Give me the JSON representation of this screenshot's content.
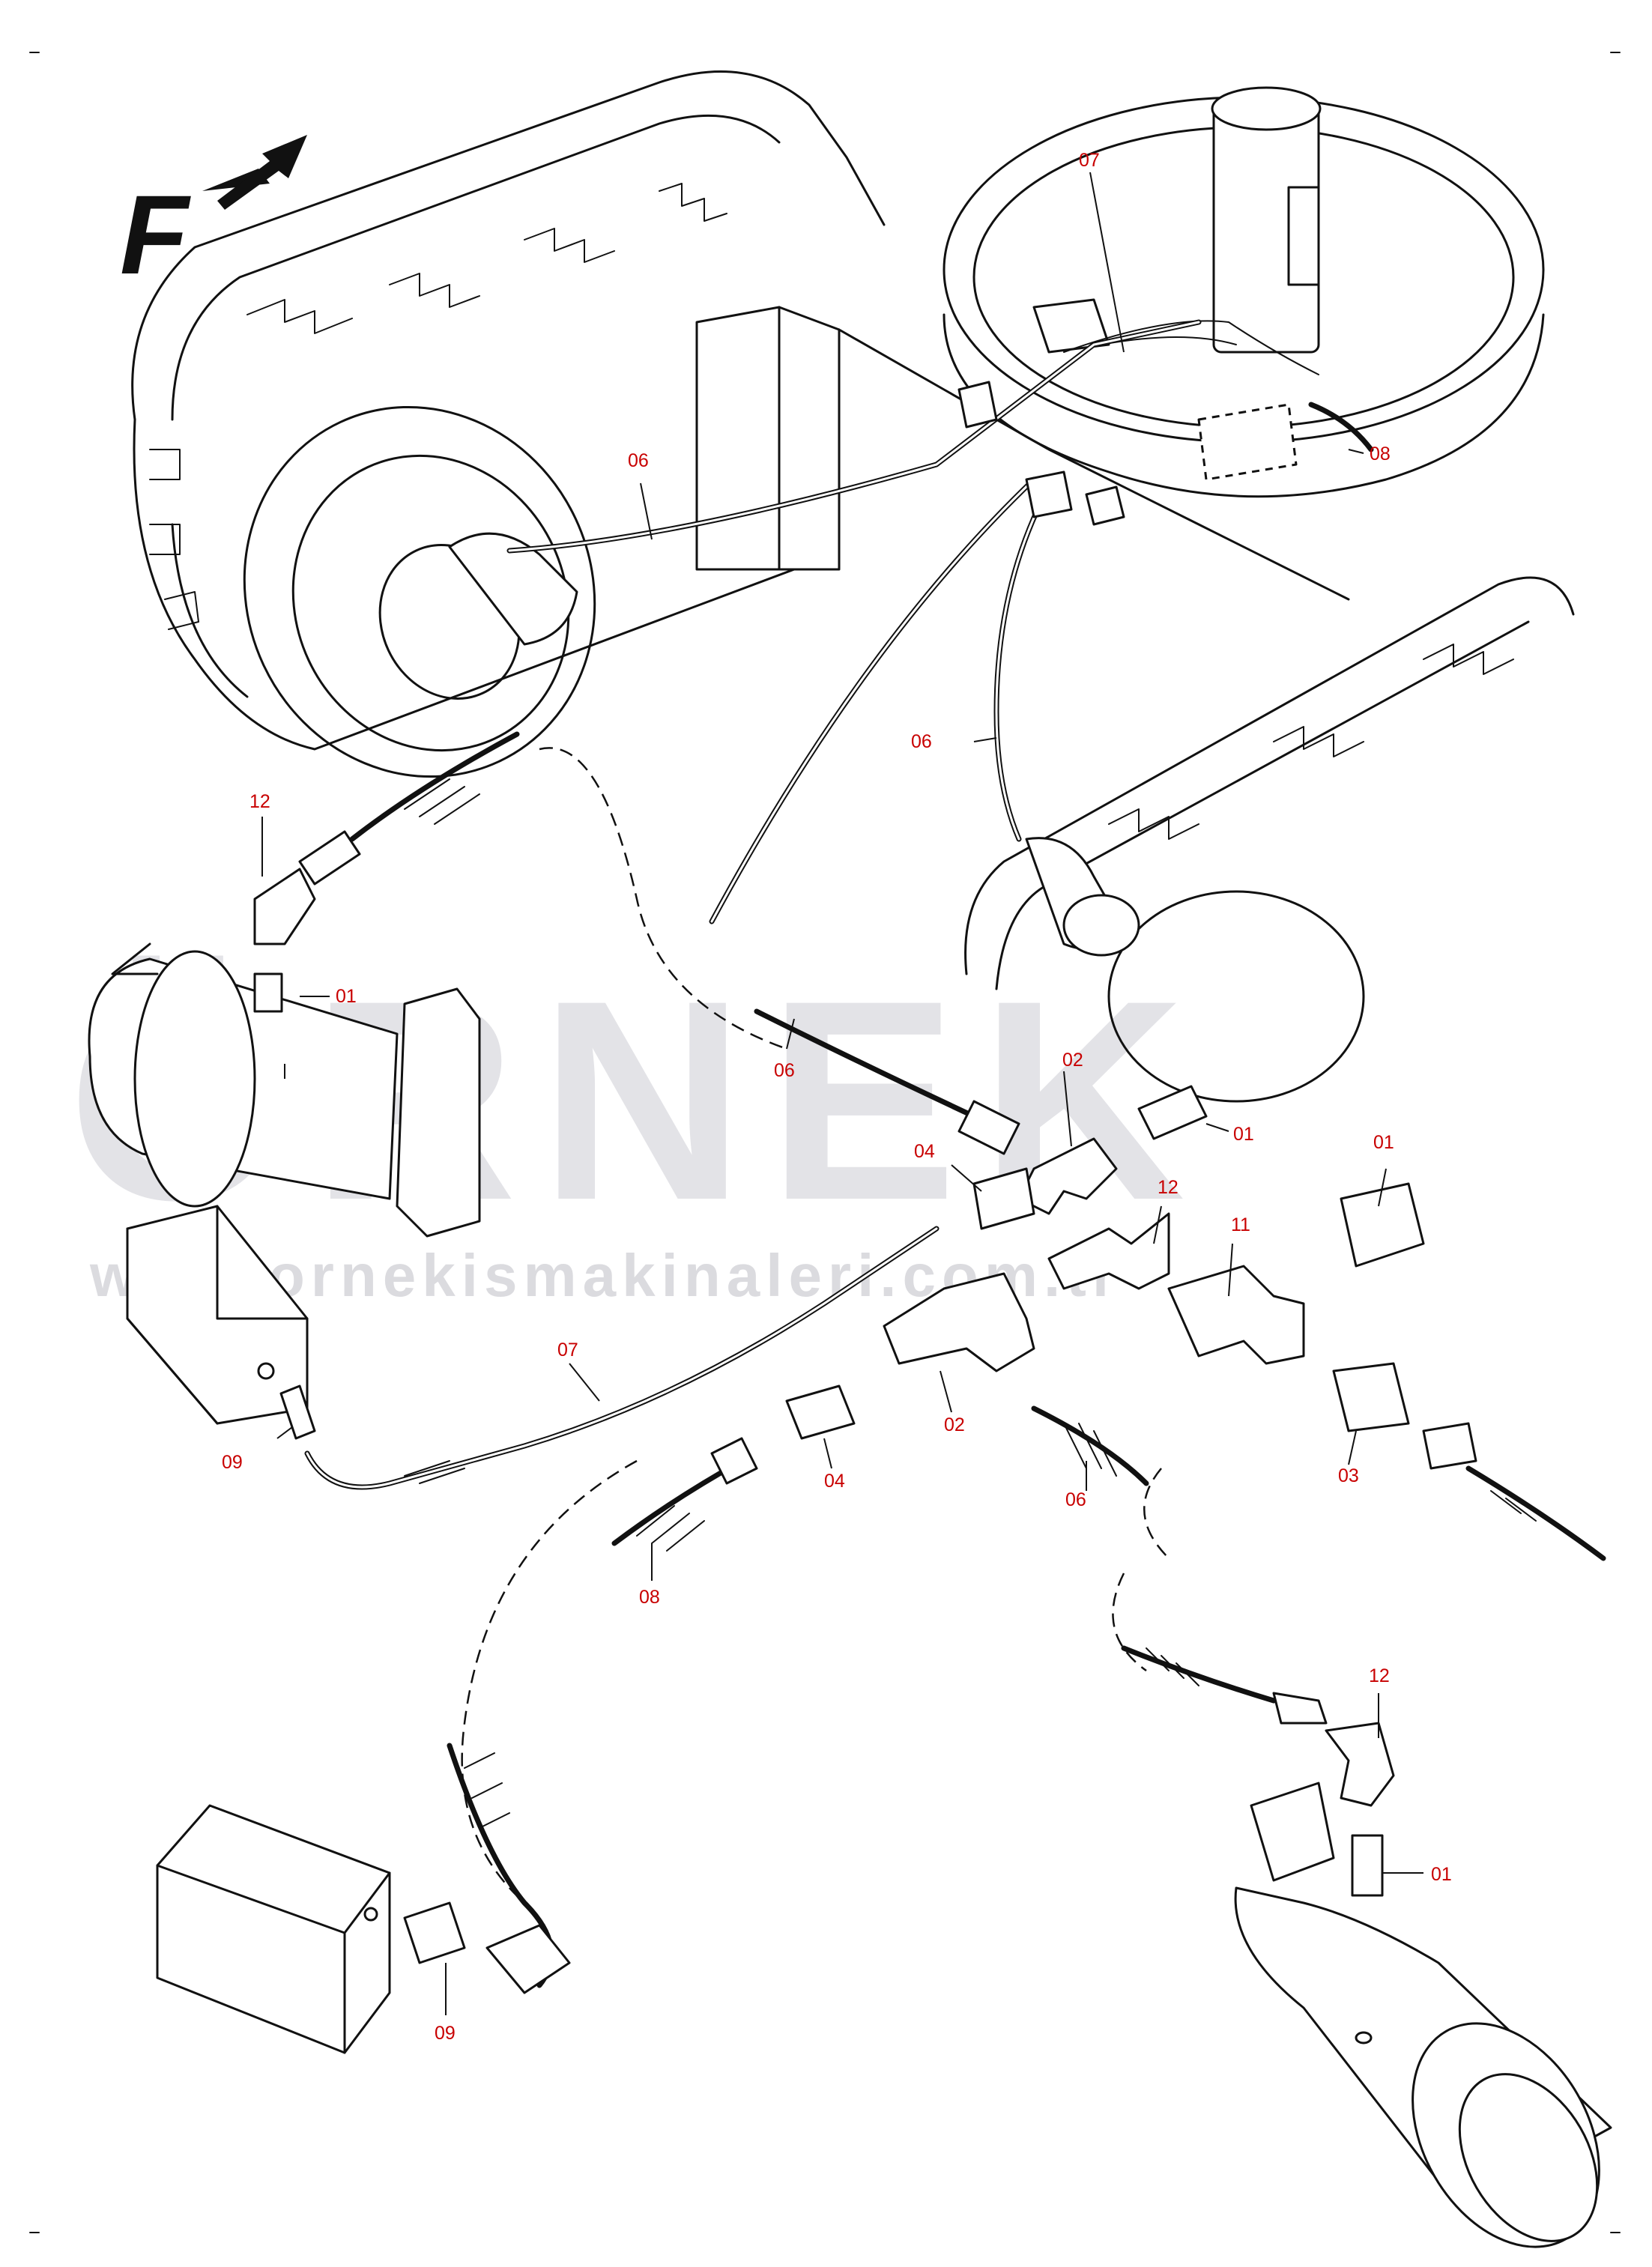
{
  "watermark": {
    "brand": "ÖRNEK",
    "url": "www.ornekismakinaleri.com.tr"
  },
  "direction_marker": {
    "label": "F",
    "icon": "arrow-up-right-icon"
  },
  "callouts": [
    {
      "id": "c-07-top",
      "label": "07"
    },
    {
      "id": "c-08-top",
      "label": "08"
    },
    {
      "id": "c-06-top",
      "label": "06"
    },
    {
      "id": "c-06-right",
      "label": "06"
    },
    {
      "id": "c-12-left",
      "label": "12"
    },
    {
      "id": "c-01-left",
      "label": "01"
    },
    {
      "id": "c-06-mid",
      "label": "06"
    },
    {
      "id": "c-02-mid",
      "label": "02"
    },
    {
      "id": "c-01-mid",
      "label": "01"
    },
    {
      "id": "c-04-mid",
      "label": "04"
    },
    {
      "id": "c-12-mid",
      "label": "12"
    },
    {
      "id": "c-01-right",
      "label": "01"
    },
    {
      "id": "c-11",
      "label": "11"
    },
    {
      "id": "c-07-mid",
      "label": "07"
    },
    {
      "id": "c-09-left",
      "label": "09"
    },
    {
      "id": "c-02-low",
      "label": "02"
    },
    {
      "id": "c-04-low",
      "label": "04"
    },
    {
      "id": "c-06-low",
      "label": "06"
    },
    {
      "id": "c-03",
      "label": "03"
    },
    {
      "id": "c-08-low",
      "label": "08"
    },
    {
      "id": "c-12-low",
      "label": "12"
    },
    {
      "id": "c-01-low",
      "label": "01"
    },
    {
      "id": "c-09-bottom",
      "label": "09"
    }
  ]
}
